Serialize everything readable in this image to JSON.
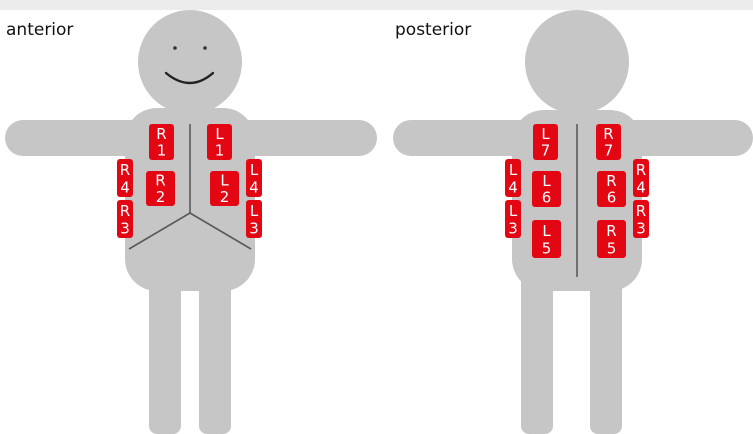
{
  "views": {
    "anterior": {
      "label": "anterior"
    },
    "posterior": {
      "label": "posterior"
    }
  },
  "colors": {
    "body": "#c6c6c6",
    "marker": "#e30613",
    "marker_text": "#ffffff",
    "lines": "#5a5a5a"
  },
  "anterior_markers": [
    {
      "id": "R1",
      "side": "R",
      "num": "1"
    },
    {
      "id": "L1",
      "side": "L",
      "num": "1"
    },
    {
      "id": "R4",
      "side": "R",
      "num": "4"
    },
    {
      "id": "R2",
      "side": "R",
      "num": "2"
    },
    {
      "id": "L2",
      "side": "L",
      "num": "2"
    },
    {
      "id": "L4",
      "side": "L",
      "num": "4"
    },
    {
      "id": "R3",
      "side": "R",
      "num": "3"
    },
    {
      "id": "L3",
      "side": "L",
      "num": "3"
    }
  ],
  "posterior_markers": [
    {
      "id": "L7",
      "side": "L",
      "num": "7"
    },
    {
      "id": "R7",
      "side": "R",
      "num": "7"
    },
    {
      "id": "L4",
      "side": "L",
      "num": "4"
    },
    {
      "id": "L6",
      "side": "L",
      "num": "6"
    },
    {
      "id": "R6",
      "side": "R",
      "num": "6"
    },
    {
      "id": "R4",
      "side": "R",
      "num": "4"
    },
    {
      "id": "L3",
      "side": "L",
      "num": "3"
    },
    {
      "id": "R3",
      "side": "R",
      "num": "3"
    },
    {
      "id": "L5",
      "side": "L",
      "num": "5"
    },
    {
      "id": "R5",
      "side": "R",
      "num": "5"
    }
  ]
}
